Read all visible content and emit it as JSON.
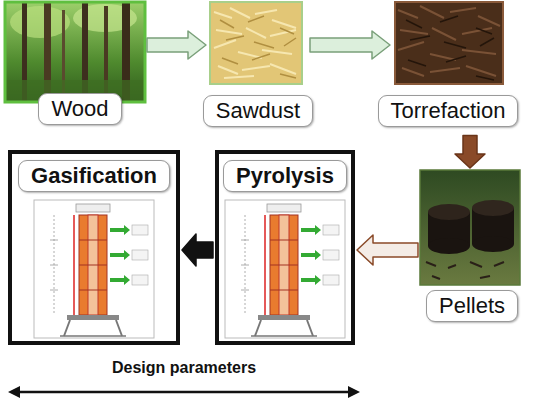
{
  "diagram": {
    "nodes": [
      {
        "text": [
          "Wood"
        ]
      },
      {
        "text": [
          "Sawdust"
        ]
      },
      {
        "text": [
          "Torrefaction"
        ]
      },
      {
        "text": [
          "Pellets"
        ]
      },
      {
        "text": [
          "Pyrolysis"
        ]
      },
      {
        "text": [
          "Gasification"
        ]
      }
    ],
    "edges": [
      {
        "from": 0,
        "to": 1,
        "arrow": "to"
      },
      {
        "from": 1,
        "to": 2,
        "arrow": "to"
      },
      {
        "from": 2,
        "to": 3,
        "arrow": "to"
      },
      {
        "from": 3,
        "to": 4,
        "arrow": "to"
      },
      {
        "from": 4,
        "to": 5,
        "arrow": "to"
      }
    ],
    "labels": [
      "Design parameters"
    ]
  }
}
